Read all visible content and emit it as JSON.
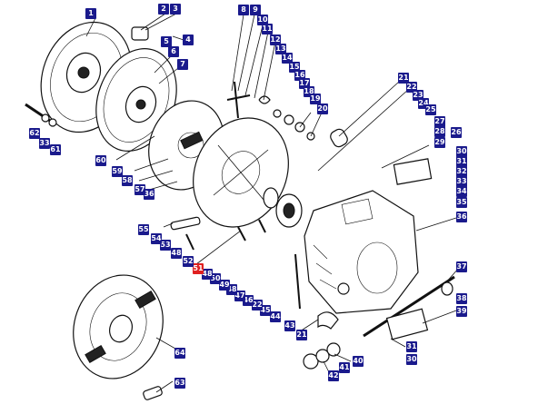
{
  "diagram": {
    "highlight_color": "#e02020",
    "callout_color": "#1a1a8c",
    "labels": [
      {
        "id": "c1",
        "text": "1"
      },
      {
        "id": "c2",
        "text": "2"
      },
      {
        "id": "c3",
        "text": "3"
      },
      {
        "id": "c4",
        "text": "4"
      },
      {
        "id": "c5",
        "text": "5"
      },
      {
        "id": "c6",
        "text": "6"
      },
      {
        "id": "c7",
        "text": "7"
      },
      {
        "id": "c8",
        "text": "8"
      },
      {
        "id": "c9",
        "text": "9"
      },
      {
        "id": "c10",
        "text": "10"
      },
      {
        "id": "c11",
        "text": "11"
      },
      {
        "id": "c12",
        "text": "12"
      },
      {
        "id": "c13",
        "text": "13"
      },
      {
        "id": "c14",
        "text": "14"
      },
      {
        "id": "c15",
        "text": "15"
      },
      {
        "id": "c16",
        "text": "16"
      },
      {
        "id": "c17",
        "text": "17"
      },
      {
        "id": "c18",
        "text": "18"
      },
      {
        "id": "c19",
        "text": "19"
      },
      {
        "id": "c20",
        "text": "20"
      },
      {
        "id": "c21a",
        "text": "21"
      },
      {
        "id": "c22",
        "text": "22"
      },
      {
        "id": "c23",
        "text": "23"
      },
      {
        "id": "c24",
        "text": "24"
      },
      {
        "id": "c25",
        "text": "25"
      },
      {
        "id": "c26",
        "text": "26"
      },
      {
        "id": "c27",
        "text": "27"
      },
      {
        "id": "c28",
        "text": "28"
      },
      {
        "id": "c29",
        "text": "29"
      },
      {
        "id": "c30a",
        "text": "30"
      },
      {
        "id": "c31a",
        "text": "31"
      },
      {
        "id": "c32",
        "text": "32"
      },
      {
        "id": "c33a",
        "text": "33"
      },
      {
        "id": "c34",
        "text": "34"
      },
      {
        "id": "c35",
        "text": "35"
      },
      {
        "id": "c36a",
        "text": "36"
      },
      {
        "id": "c37a",
        "text": "37"
      },
      {
        "id": "c38",
        "text": "38"
      },
      {
        "id": "c39",
        "text": "39"
      },
      {
        "id": "c31b",
        "text": "31"
      },
      {
        "id": "c30b",
        "text": "30"
      },
      {
        "id": "c40",
        "text": "40"
      },
      {
        "id": "c41",
        "text": "41"
      },
      {
        "id": "c42",
        "text": "42"
      },
      {
        "id": "c21b",
        "text": "21"
      },
      {
        "id": "c43",
        "text": "43"
      },
      {
        "id": "c44",
        "text": "44"
      },
      {
        "id": "c45",
        "text": "45"
      },
      {
        "id": "c22b",
        "text": "22"
      },
      {
        "id": "c46",
        "text": "46"
      },
      {
        "id": "c47",
        "text": "47"
      },
      {
        "id": "c48a",
        "text": "48"
      },
      {
        "id": "c49",
        "text": "49"
      },
      {
        "id": "c50",
        "text": "50"
      },
      {
        "id": "c48b",
        "text": "48"
      },
      {
        "id": "c51",
        "text": "51",
        "highlight": true
      },
      {
        "id": "c52",
        "text": "52"
      },
      {
        "id": "c48c",
        "text": "48"
      },
      {
        "id": "c53",
        "text": "53"
      },
      {
        "id": "c54",
        "text": "54"
      },
      {
        "id": "c55",
        "text": "55"
      },
      {
        "id": "c36b",
        "text": "36"
      },
      {
        "id": "c57",
        "text": "57"
      },
      {
        "id": "c58",
        "text": "58"
      },
      {
        "id": "c59",
        "text": "59"
      },
      {
        "id": "c60",
        "text": "60"
      },
      {
        "id": "c62",
        "text": "62"
      },
      {
        "id": "c33b",
        "text": "33"
      },
      {
        "id": "c61",
        "text": "61"
      },
      {
        "id": "c64",
        "text": "64"
      },
      {
        "id": "c63",
        "text": "63"
      }
    ]
  }
}
